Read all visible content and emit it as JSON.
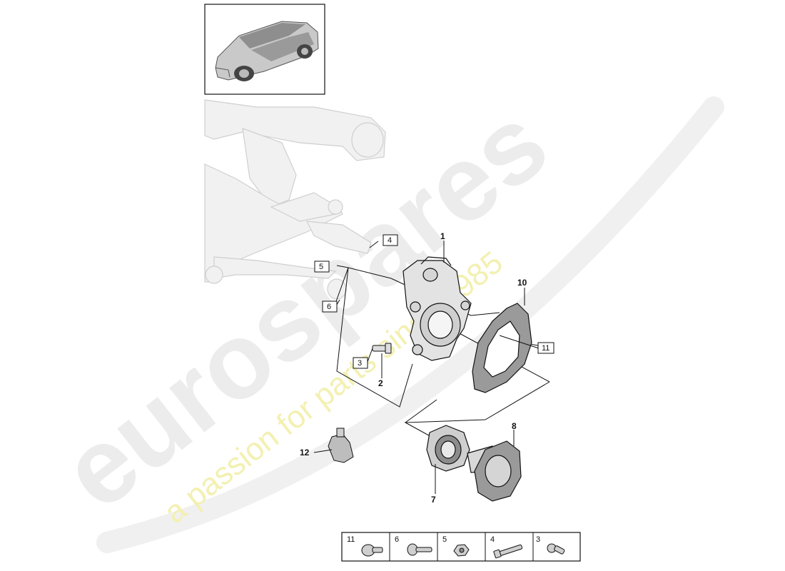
{
  "watermark": {
    "brand": "eurospares",
    "tagline": "a passion for parts since 1985"
  },
  "callouts": {
    "c1": "1",
    "c2": "2",
    "c3": "3",
    "c4": "4",
    "c5": "5",
    "c6": "6",
    "c7": "7",
    "c8": "8",
    "c10": "10",
    "c11": "11",
    "c12": "12"
  },
  "fastener_strip": {
    "cells": [
      {
        "number": "11",
        "icon": "flange-bolt-icon"
      },
      {
        "number": "6",
        "icon": "long-bolt-icon"
      },
      {
        "number": "5",
        "icon": "hex-nut-icon"
      },
      {
        "number": "4",
        "icon": "threaded-bolt-icon"
      },
      {
        "number": "3",
        "icon": "socket-screw-icon"
      }
    ]
  },
  "colors": {
    "line": "#111111",
    "part_fill": "#e3e3e3",
    "ghost_fill": "#f1f1f1",
    "watermark_text": "#ececec",
    "watermark_tagline": "#f3f0b2"
  }
}
